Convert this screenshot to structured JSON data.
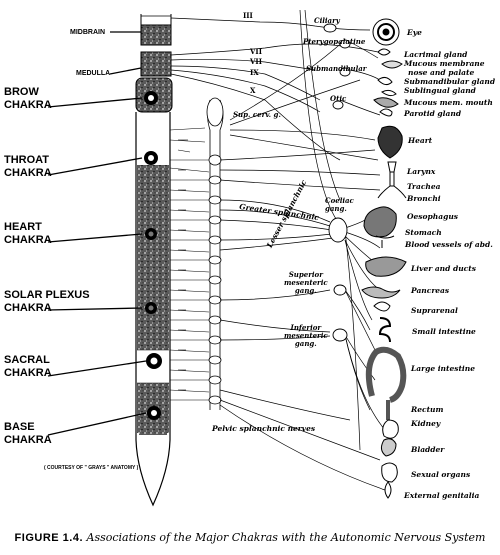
{
  "top_labels": {
    "midbrain": "MIDBRAIN",
    "medulla": "MEDULLA"
  },
  "chakras": [
    {
      "id": "brow",
      "label": "BROW\nCHAKRA"
    },
    {
      "id": "throat",
      "label": "THROAT\nCHAKRA"
    },
    {
      "id": "heart",
      "label": "HEART\nCHAKRA"
    },
    {
      "id": "solar",
      "label": "SOLAR PLEXUS\nCHAKRA"
    },
    {
      "id": "sacral",
      "label": "SACRAL\nCHAKRA"
    },
    {
      "id": "base",
      "label": "BASE\nCHAKRA"
    }
  ],
  "cranial_nerves": [
    "III",
    "VII",
    "VII",
    "IX",
    "X"
  ],
  "ganglia": {
    "ciliary": "Ciliary",
    "pterygopalatine": "Pterygopalatine",
    "submandibular": "Submandibular",
    "otic": "Otic",
    "sup_cerv": "Sup. cerv. g.",
    "coeliac": "Coeliac\ngang.",
    "superior_mesenteric": "Superior\nmesenteric\ngang.",
    "inferior_mesenteric": "Inferior\nmesenteric\ngang."
  },
  "nerves": {
    "greater_splanchnic": "Greater splanchnic",
    "lesser_splanchnic": "Lesser splanchnic",
    "pelvic_splanchnic": "Pelvic splanchnic nerves"
  },
  "organs": [
    "Eye",
    "Lacrimal gland",
    "Mucous membrane",
    "nose and palate",
    "Submandibular gland",
    "Sublingual gland",
    "Mucous mem. mouth",
    "Parotid gland",
    "Heart",
    "Larynx",
    "Trachea",
    "Bronchi",
    "Oesophagus",
    "Stomach",
    "Blood vessels of abd.",
    "Liver and ducts",
    "Pancreas",
    "Suprarenal",
    "Small intestine",
    "Large intestine",
    "Rectum",
    "Kidney",
    "Bladder",
    "Sexual organs",
    "External genitalia"
  ],
  "courtesy": "( COURTESY OF \" GRAYS \" ANATOMY )",
  "caption": {
    "number": "FIGURE 1.4.",
    "text": "Associations of the Major Chakras with the Autonomic Nervous System"
  }
}
